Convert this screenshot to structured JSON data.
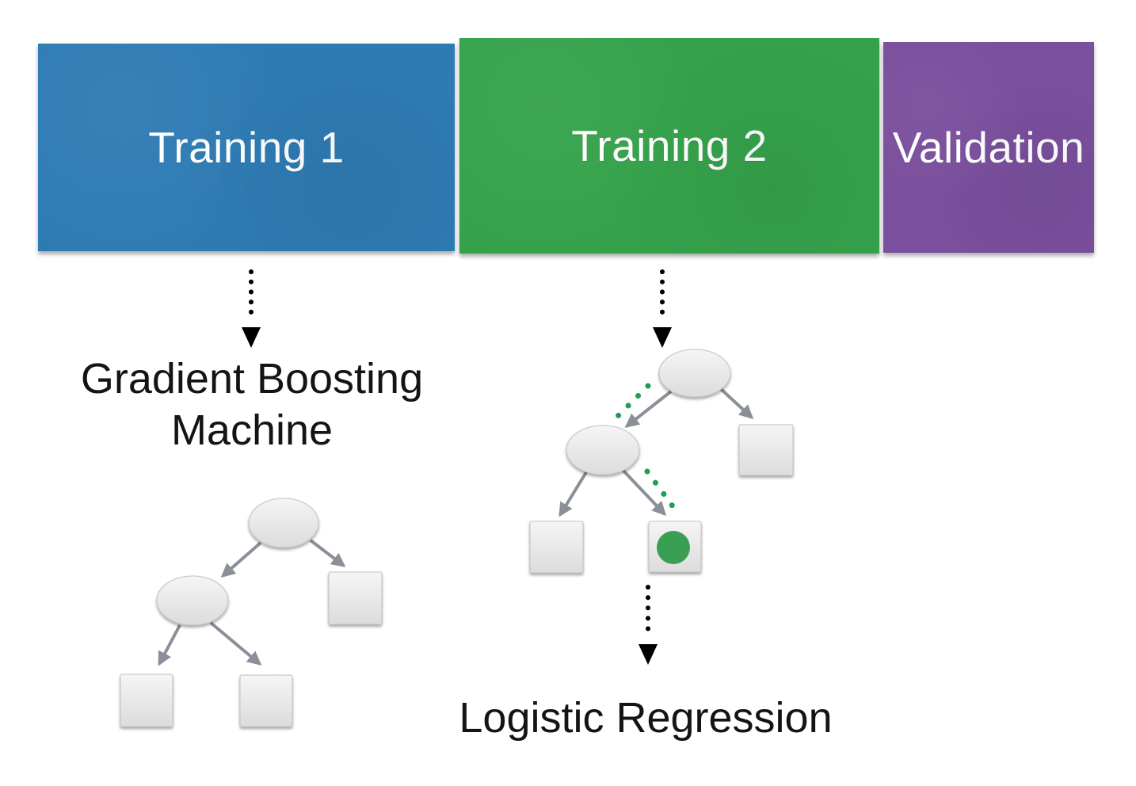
{
  "page": {
    "background": "#ffffff"
  },
  "strips": [
    {
      "label": "Training 1",
      "color": "#2e7bb4"
    },
    {
      "label": "Training 2",
      "color": "#35a24b"
    },
    {
      "label": "Validation",
      "color": "#7a4f9d"
    }
  ],
  "labels": {
    "gbm": "Gradient Boosting Machine",
    "logistic": "Logistic Regression"
  },
  "graphics": {
    "edge_color": "#8a8f98",
    "dotted_arrow_color": "#000000",
    "highlight_leaf_color": "#3a9e53",
    "highlight_path_color": "#1f9e56",
    "node_border_color": "#c3c3c3"
  }
}
